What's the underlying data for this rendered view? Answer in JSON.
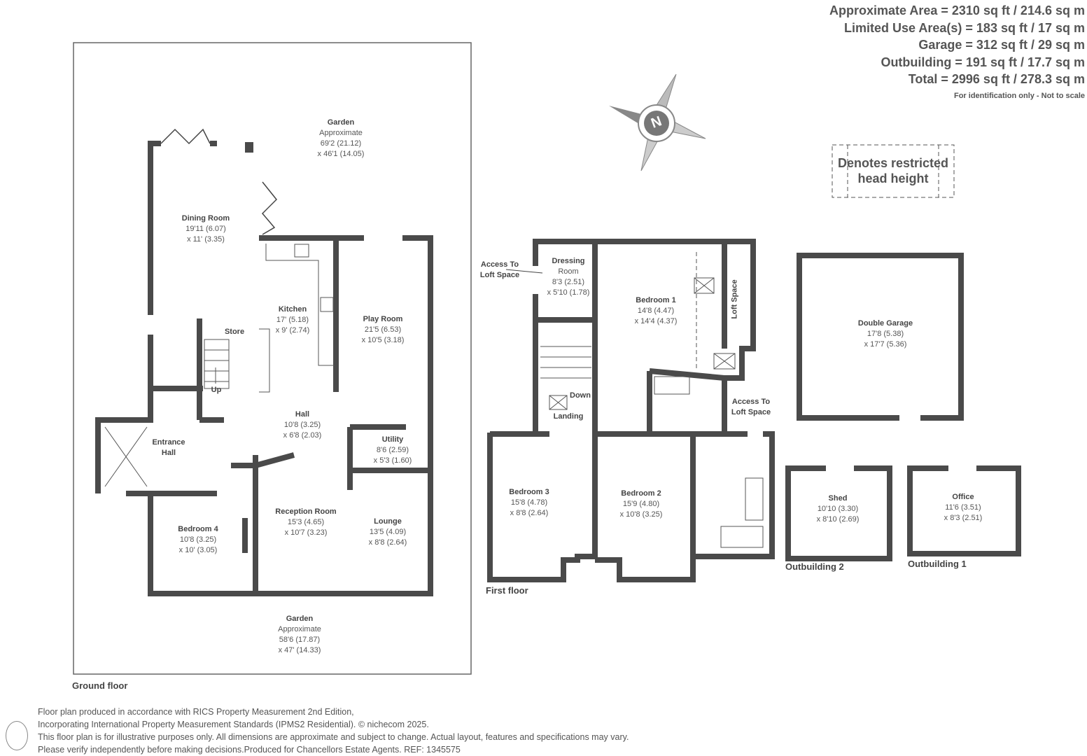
{
  "areas": {
    "lines": [
      "Approximate Area = 2310 sq ft / 214.6 sq m",
      "Limited Use Area(s) = 183 sq ft / 17 sq m",
      "Garage = 312 sq ft / 29 sq m",
      "Outbuilding = 191 sq ft / 17.7 sq m",
      "Total = 2996 sq ft / 278.3 sq m"
    ],
    "note": "For identification only - Not to scale"
  },
  "legend": {
    "restricted": [
      "Denotes restricted",
      "head height"
    ]
  },
  "compass": {
    "letter": "N"
  },
  "floors": {
    "ground": "Ground floor",
    "first": "First floor",
    "outbuilding2": "Outbuilding 2",
    "outbuilding1": "Outbuilding 1"
  },
  "rooms": {
    "garden_top": {
      "name": "Garden",
      "lines": [
        "Approximate",
        "69'2 (21.12)",
        "x 46'1 (14.05)"
      ]
    },
    "dining": {
      "name": "Dining Room",
      "lines": [
        "19'11 (6.07)",
        "x 11' (3.35)"
      ]
    },
    "kitchen": {
      "name": "Kitchen",
      "lines": [
        "17' (5.18)",
        "x 9' (2.74)"
      ]
    },
    "play": {
      "name": "Play Room",
      "lines": [
        "21'5 (6.53)",
        "x 10'5 (3.18)"
      ]
    },
    "store": {
      "name": "Store",
      "lines": []
    },
    "up": {
      "name": "Up",
      "lines": []
    },
    "hall": {
      "name": "Hall",
      "lines": [
        "10'8 (3.25)",
        "x 6'8 (2.03)"
      ]
    },
    "entrance": {
      "name": "Entrance",
      "lines": [
        "Hall"
      ]
    },
    "utility": {
      "name": "Utility",
      "lines": [
        "8'6 (2.59)",
        "x 5'3 (1.60)"
      ]
    },
    "bedroom4": {
      "name": "Bedroom 4",
      "lines": [
        "10'8 (3.25)",
        "x 10' (3.05)"
      ]
    },
    "reception": {
      "name": "Reception Room",
      "lines": [
        "15'3 (4.65)",
        "x 10'7 (3.23)"
      ]
    },
    "lounge": {
      "name": "Lounge",
      "lines": [
        "13'5 (4.09)",
        "x 8'8 (2.64)"
      ]
    },
    "garden_bottom": {
      "name": "Garden",
      "lines": [
        "Approximate",
        "58'6 (17.87)",
        "x 47' (14.33)"
      ]
    },
    "access1": {
      "name": "Access To",
      "lines": [
        "Loft Space"
      ]
    },
    "dressing": {
      "name": "Dressing",
      "lines": [
        "Room",
        "8'3 (2.51)",
        "x 5'10 (1.78)"
      ]
    },
    "bedroom1": {
      "name": "Bedroom 1",
      "lines": [
        "14'8 (4.47)",
        "x 14'4 (4.37)"
      ]
    },
    "loft": {
      "name": "Loft Space",
      "lines": []
    },
    "down": {
      "name": "Down",
      "lines": []
    },
    "landing": {
      "name": "Landing",
      "lines": []
    },
    "access2": {
      "name": "Access To",
      "lines": [
        "Loft Space"
      ]
    },
    "bedroom3": {
      "name": "Bedroom 3",
      "lines": [
        "15'8 (4.78)",
        "x 8'8 (2.64)"
      ]
    },
    "bedroom2": {
      "name": "Bedroom 2",
      "lines": [
        "15'9 (4.80)",
        "x 10'8 (3.25)"
      ]
    },
    "garage": {
      "name": "Double Garage",
      "lines": [
        "17'8 (5.38)",
        "x 17'7 (5.36)"
      ]
    },
    "shed": {
      "name": "Shed",
      "lines": [
        "10'10 (3.30)",
        "x 8'10 (2.69)"
      ]
    },
    "office": {
      "name": "Office",
      "lines": [
        "11'6 (3.51)",
        "x 8'3 (2.51)"
      ]
    }
  },
  "footer": [
    "Floor plan produced in accordance with RICS Property Measurement 2nd Edition,",
    "Incorporating International Property Measurement Standards (IPMS2 Residential).   © nichecom 2025.",
    "This floor plan is for illustrative purposes only. All dimensions are approximate and subject to change. Actual layout, features and specifications may vary.",
    "Please verify independently before making decisions.Produced for Chancellors Estate Agents.   REF: 1345575"
  ],
  "colors": {
    "wall": "#4a4a4a",
    "text": "#555555",
    "boundary": "#666666"
  }
}
